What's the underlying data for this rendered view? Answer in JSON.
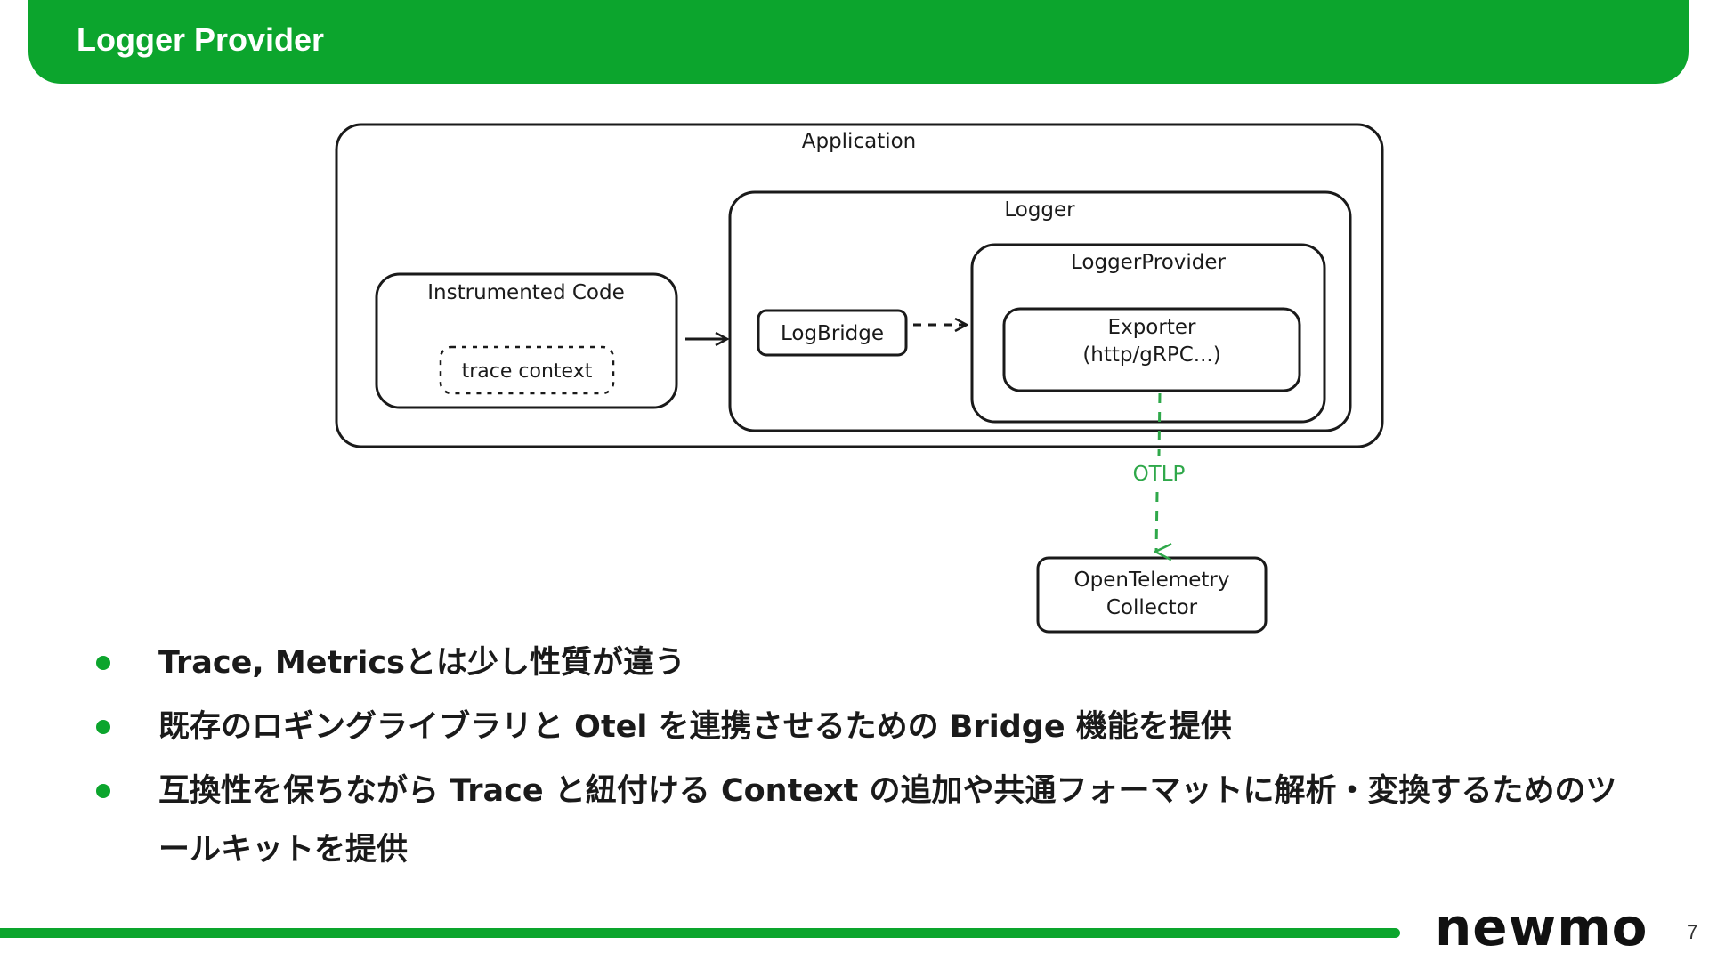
{
  "header": {
    "title": "Logger Provider"
  },
  "diagram": {
    "application": "Application",
    "logger": "Logger",
    "logger_provider": "LoggerProvider",
    "instrumented_code": "Instrumented Code",
    "trace_context": "trace context",
    "log_bridge": "LogBridge",
    "exporter_line1": "Exporter",
    "exporter_line2": "(http/gRPC...)",
    "otlp": "OTLP",
    "collector_line1": "OpenTelemetry",
    "collector_line2": "Collector",
    "otlp_color": "#2fa84a"
  },
  "bullets": [
    "Trace, Metricsとは少し性質が違う",
    "既存のロギングライブラリと Otel を連携させるための Bridge 機能を提供",
    "互換性を保ちながら Trace と紐付ける Context の追加や共通フォーマットに解析・変換するためのツールキットを提供"
  ],
  "footer": {
    "logo": "newmo",
    "page_number": "7"
  },
  "colors": {
    "brand": "#0ca52d"
  }
}
